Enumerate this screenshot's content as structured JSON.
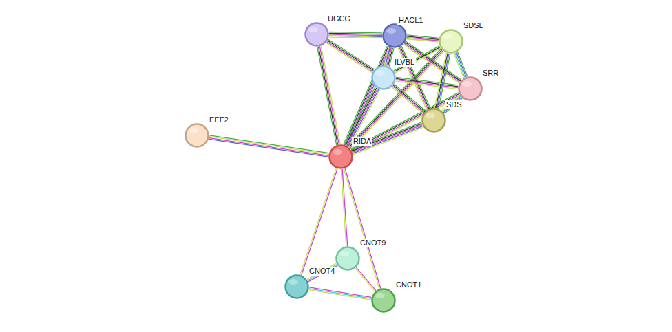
{
  "diagram": {
    "nodes": [
      {
        "text": [
          "UGCG"
        ]
      },
      {
        "text": [
          "HACL1"
        ]
      },
      {
        "text": [
          "SDSL"
        ]
      },
      {
        "text": [
          "ILVBL"
        ]
      },
      {
        "text": [
          "SRR"
        ]
      },
      {
        "text": [
          "SDS"
        ]
      },
      {
        "text": [
          "EEF2"
        ]
      },
      {
        "text": [
          "RIDA"
        ]
      },
      {
        "text": [
          "CNOT9"
        ]
      },
      {
        "text": [
          "CNOT4"
        ]
      },
      {
        "text": [
          "CNOT1"
        ]
      }
    ],
    "edges": [
      {
        "from": 7,
        "to": 6,
        "arrow": "none"
      },
      {
        "from": 7,
        "to": 0,
        "arrow": "none"
      },
      {
        "from": 7,
        "to": 1,
        "arrow": "none"
      },
      {
        "from": 7,
        "to": 2,
        "arrow": "none"
      },
      {
        "from": 7,
        "to": 3,
        "arrow": "none"
      },
      {
        "from": 7,
        "to": 4,
        "arrow": "none"
      },
      {
        "from": 7,
        "to": 5,
        "arrow": "none"
      },
      {
        "from": 7,
        "to": 8,
        "arrow": "none"
      },
      {
        "from": 7,
        "to": 9,
        "arrow": "none"
      },
      {
        "from": 7,
        "to": 10,
        "arrow": "none"
      },
      {
        "from": 8,
        "to": 9,
        "arrow": "none"
      },
      {
        "from": 8,
        "to": 10,
        "arrow": "none"
      },
      {
        "from": 9,
        "to": 10,
        "arrow": "none"
      },
      {
        "from": 0,
        "to": 1,
        "arrow": "none"
      },
      {
        "from": 0,
        "to": 3,
        "arrow": "none"
      },
      {
        "from": 0,
        "to": 2,
        "arrow": "none"
      },
      {
        "from": 1,
        "to": 2,
        "arrow": "none"
      },
      {
        "from": 1,
        "to": 3,
        "arrow": "none"
      },
      {
        "from": 1,
        "to": 4,
        "arrow": "none"
      },
      {
        "from": 1,
        "to": 5,
        "arrow": "none"
      },
      {
        "from": 3,
        "to": 2,
        "arrow": "none"
      },
      {
        "from": 3,
        "to": 4,
        "arrow": "none"
      },
      {
        "from": 3,
        "to": 5,
        "arrow": "none"
      },
      {
        "from": 2,
        "to": 4,
        "arrow": "none"
      },
      {
        "from": 2,
        "to": 5,
        "arrow": "none"
      },
      {
        "from": 4,
        "to": 5,
        "arrow": "none"
      }
    ]
  }
}
